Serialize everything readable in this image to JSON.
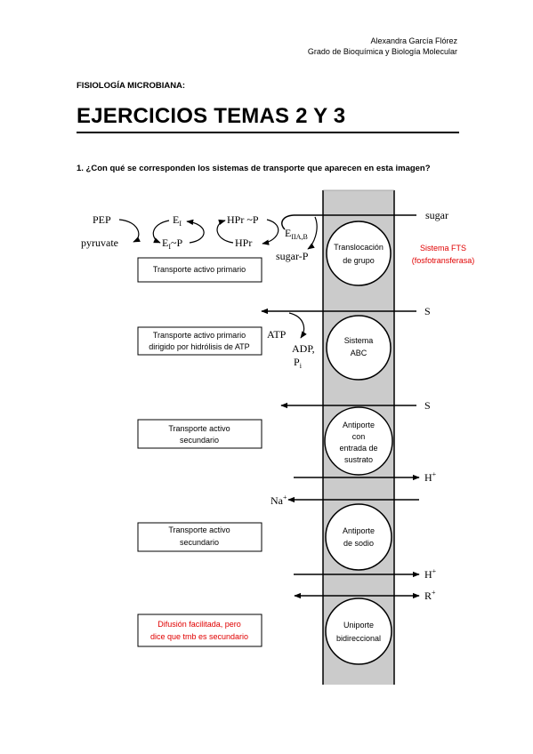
{
  "header": {
    "author": "Alexandra García Flórez",
    "degree": "Grado de Bioquímica y Biología Molecular"
  },
  "subject": "FISIOLOGÍA MICROBIANA:",
  "title": "EJERCICIOS TEMAS 2 Y 3",
  "question": "1. ¿Con qué se corresponden los sistemas de transporte que aparecen en esta imagen?",
  "figure": {
    "pts": {
      "pep": "PEP",
      "pyruvate": "pyruvate",
      "e1": "E",
      "e1_sub": "I",
      "e1p": "E",
      "e1p_sub": "I",
      "e1p_suffix": "~P",
      "hprp": "HPr ~P",
      "hpr": "HPr",
      "eiiab": "E",
      "eiiab_sub": "IIA,B",
      "sugar": "sugar",
      "sugarp": "sugar-P"
    },
    "abc": {
      "s": "S",
      "atp": "ATP",
      "adp": "ADP,",
      "pi": "P",
      "pi_sub": "i"
    },
    "antiport": {
      "s": "S",
      "h": "H",
      "h_sup": "+"
    },
    "sodium": {
      "na": "Na",
      "na_sup": "+",
      "h": "H",
      "h_sup": "+"
    },
    "uniport": {
      "r": "R",
      "r_sup": "+"
    },
    "circles": {
      "c1": [
        "Translocación",
        "de grupo"
      ],
      "c2": [
        "Sistema",
        "ABC"
      ],
      "c3": [
        "Antiporte",
        "con",
        "entrada de",
        "sustrato"
      ],
      "c4": [
        "Antiporte",
        "de sodio"
      ],
      "c5": [
        "Uniporte",
        "bidireccional"
      ]
    },
    "side_note": [
      "Sistema FTS",
      "(fosfotransferasa)"
    ],
    "answers": {
      "a1": [
        "Transporte activo primario"
      ],
      "a2": [
        "Transporte activo primario",
        "dirigido por hidrólisis de ATP"
      ],
      "a3": [
        "Transporte activo",
        "secundario"
      ],
      "a4": [
        "Transporte activo",
        "secundario"
      ],
      "a5": [
        "Difusión facilitada, pero",
        "dice que tmb es secundario"
      ]
    },
    "colors": {
      "annotation_red": "#e00000",
      "membrane_gray": "#cbcbcb"
    }
  }
}
